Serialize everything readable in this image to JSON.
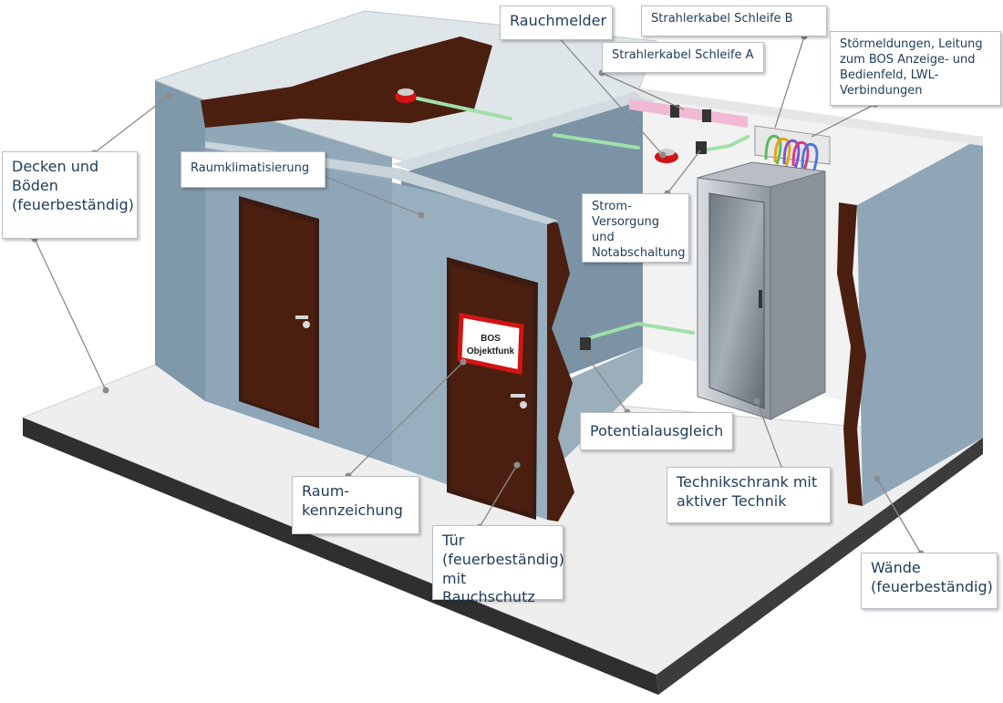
{
  "labels": {
    "decken": "Decken und\nBöden\n(feuerbeständig)",
    "raumklima": "Raumklimatisierung",
    "rauchmelder": "Rauchmelder",
    "strahler_b": "Strahlerkabel Schleife B",
    "strahler_a": "Strahlerkabel Schleife A",
    "stoermeldungen": "Störmeldungen, Leitung\nzum BOS Anzeige- und\nBedienfeld, LWL-\nVerbindungen",
    "strom": "Strom-\nVersorgung und\nNotabschaltung",
    "potential": "Potentialausgleich",
    "technikschrank": "Technikschrank mit\naktiver Technik",
    "raumkennzeichnung": "Raum-\nkennzeichung",
    "tuer": "Tür\n(feuerbeständig)\nmit Rauchschutz",
    "waende": "Wände\n(feuerbeständig)"
  },
  "sign": {
    "line1": "BOS",
    "line2": "Objektfunk"
  },
  "colors": {
    "wall": "#8aa2b3",
    "wall_dark": "#6f8798",
    "floor": "#eeeeee",
    "floor_edge": "#3a3a3a",
    "door": "#4a1f10",
    "wall_edge": "#3b1a10",
    "label_text": "#1f3b5a",
    "cable_green": "#9fe0a8",
    "cabinet": "#c9cdd2",
    "sign_border": "#d21414"
  }
}
